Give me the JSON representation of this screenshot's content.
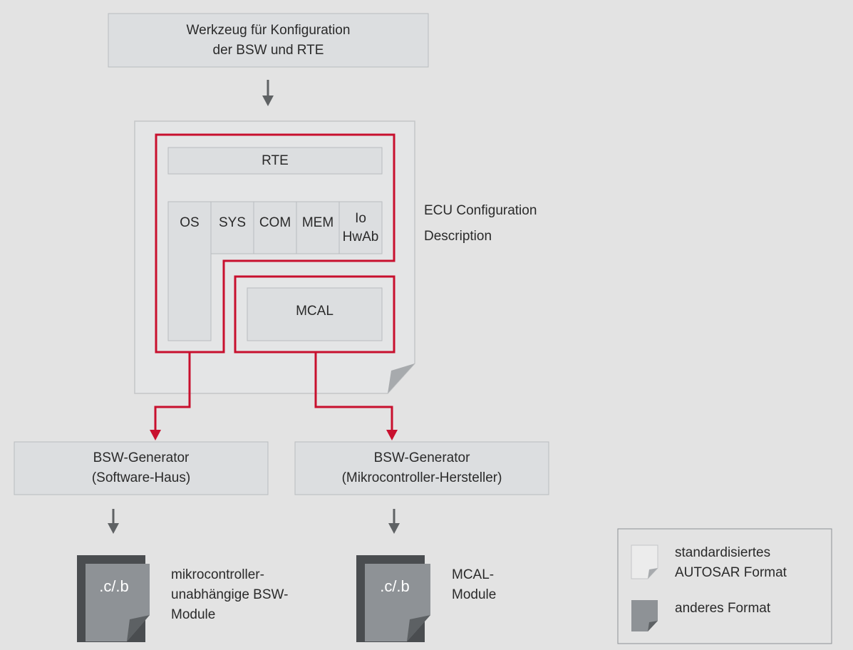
{
  "colors": {
    "background": "#e3e3e3",
    "box_fill": "#dcdee0",
    "box_stroke": "#b9bcbf",
    "highlight": "#c8102e",
    "arrow": "#5f6264",
    "file_dark": "#4a4d50",
    "file_light": "#8e9296",
    "doc_fill": "#e4e5e6"
  },
  "tool": {
    "line1": "Werkzeug für Konfiguration",
    "line2": "der BSW und RTE"
  },
  "ecu": {
    "rte": "RTE",
    "os": "OS",
    "sys": "SYS",
    "com": "COM",
    "mem": "MEM",
    "ioHwAb": "Io\nHwAb",
    "mcal": "MCAL",
    "label": "ECU Configuration\nDescription"
  },
  "generators": {
    "left": "BSW-Generator\n(Software-Haus)",
    "right": "BSW-Generator\n(Mikrocontroller-Hersteller)"
  },
  "outputs": {
    "left_icon": ".c/.b",
    "left_label": "mikrocontroller-\nunabhängige BSW-\nModule",
    "right_icon": ".c/.b",
    "right_label": "MCAL-\nModule"
  },
  "legend": {
    "standard": "standardisiertes\nAUTOSAR Format",
    "other": "anderes Format"
  }
}
